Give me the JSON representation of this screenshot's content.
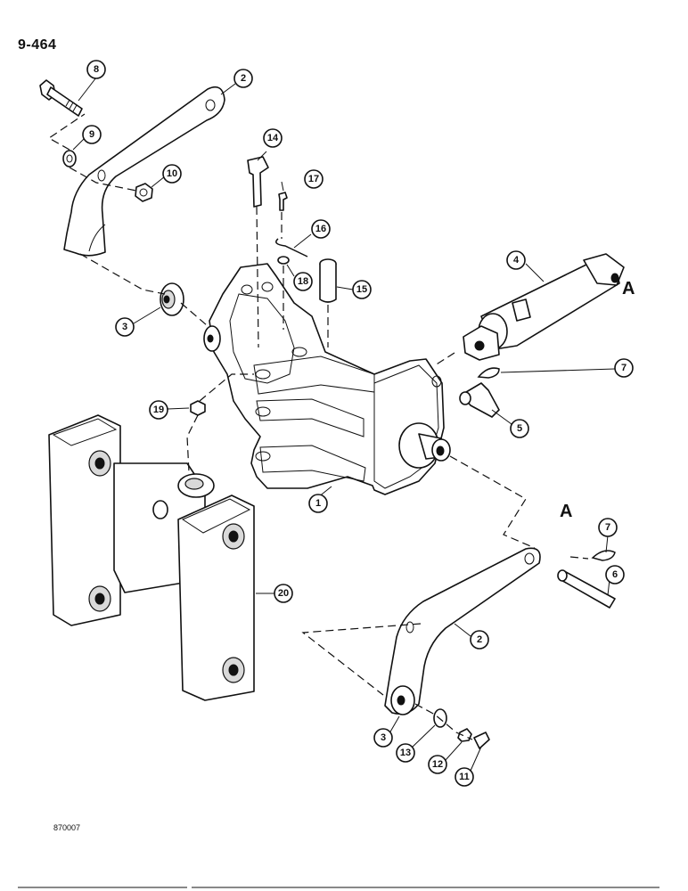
{
  "page_id": "9-464",
  "drawing_number": "870007",
  "reference_label": "A",
  "callouts": [
    "1",
    "2",
    "3",
    "4",
    "5",
    "6",
    "7",
    "8",
    "9",
    "10",
    "11",
    "12",
    "13",
    "14",
    "15",
    "16",
    "17",
    "18",
    "19",
    "20"
  ]
}
